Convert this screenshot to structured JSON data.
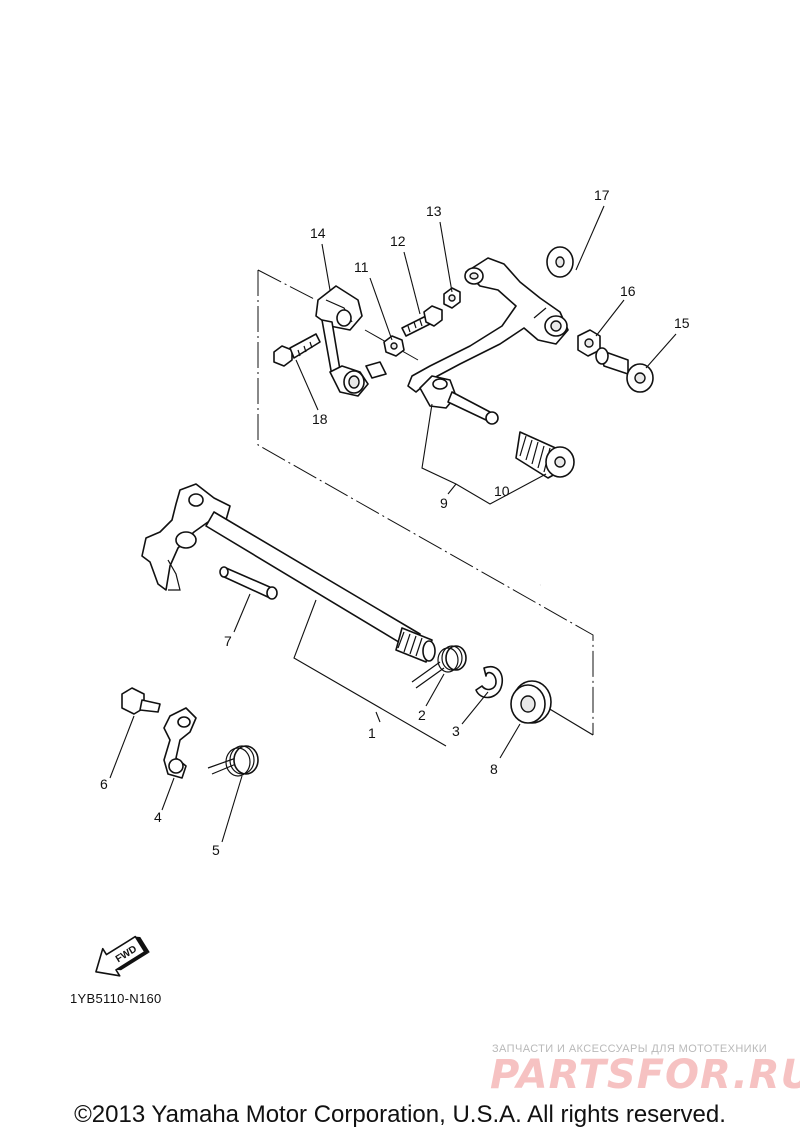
{
  "callouts": [
    {
      "id": "1",
      "label": "1"
    },
    {
      "id": "2",
      "label": "2"
    },
    {
      "id": "3",
      "label": "3"
    },
    {
      "id": "4",
      "label": "4"
    },
    {
      "id": "5",
      "label": "5"
    },
    {
      "id": "6",
      "label": "6"
    },
    {
      "id": "7",
      "label": "7"
    },
    {
      "id": "8",
      "label": "8"
    },
    {
      "id": "9",
      "label": "9"
    },
    {
      "id": "10",
      "label": "10"
    },
    {
      "id": "11",
      "label": "11"
    },
    {
      "id": "12",
      "label": "12"
    },
    {
      "id": "13",
      "label": "13"
    },
    {
      "id": "14",
      "label": "14"
    },
    {
      "id": "15",
      "label": "15"
    },
    {
      "id": "16",
      "label": "16"
    },
    {
      "id": "17",
      "label": "17"
    },
    {
      "id": "18",
      "label": "18"
    }
  ],
  "fwd_arrow_label": "FWD",
  "diagram_code": "1YB5110-N160",
  "watermark": {
    "tagline": "ЗАПЧАСТИ И АКСЕССУАРЫ ДЛЯ МОТОТЕХНИКИ",
    "logo": "PARTSFOR.RU"
  },
  "copyright": "©2013 Yamaha Motor Corporation, U.S.A. All rights reserved."
}
